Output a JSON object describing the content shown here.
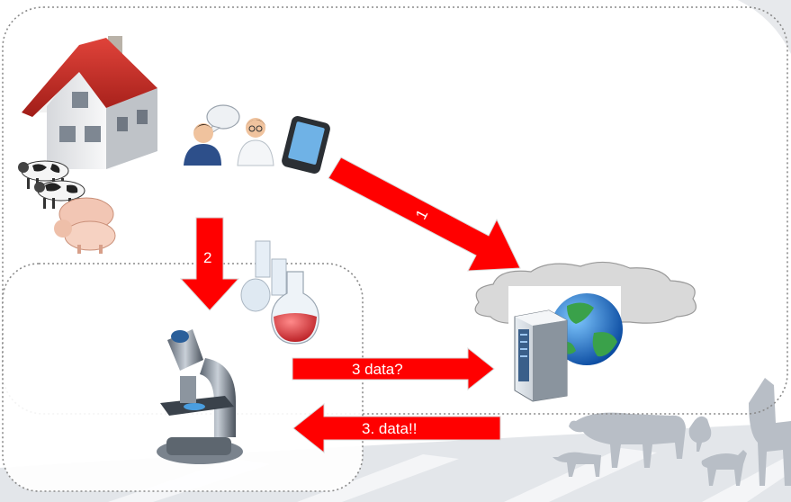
{
  "arrows": {
    "a1": {
      "label": "1"
    },
    "a2": {
      "label": "2"
    },
    "a3": {
      "label": "3 data?"
    },
    "a4": {
      "label": "3. data!!"
    }
  },
  "colors": {
    "arrow": "#ff0000",
    "border": "#8a8a8a",
    "cloud": "#d9d9d9",
    "graphic": "#d8dce2"
  },
  "icons": [
    "house-icon",
    "cows-icon",
    "pigs-icon",
    "farmer-speaking-icon",
    "veterinarian-icon",
    "tablet-icon",
    "flasks-icon",
    "microscope-icon",
    "cloud-icon",
    "server-icon",
    "globe-icon",
    "animal-silhouettes-icon"
  ]
}
